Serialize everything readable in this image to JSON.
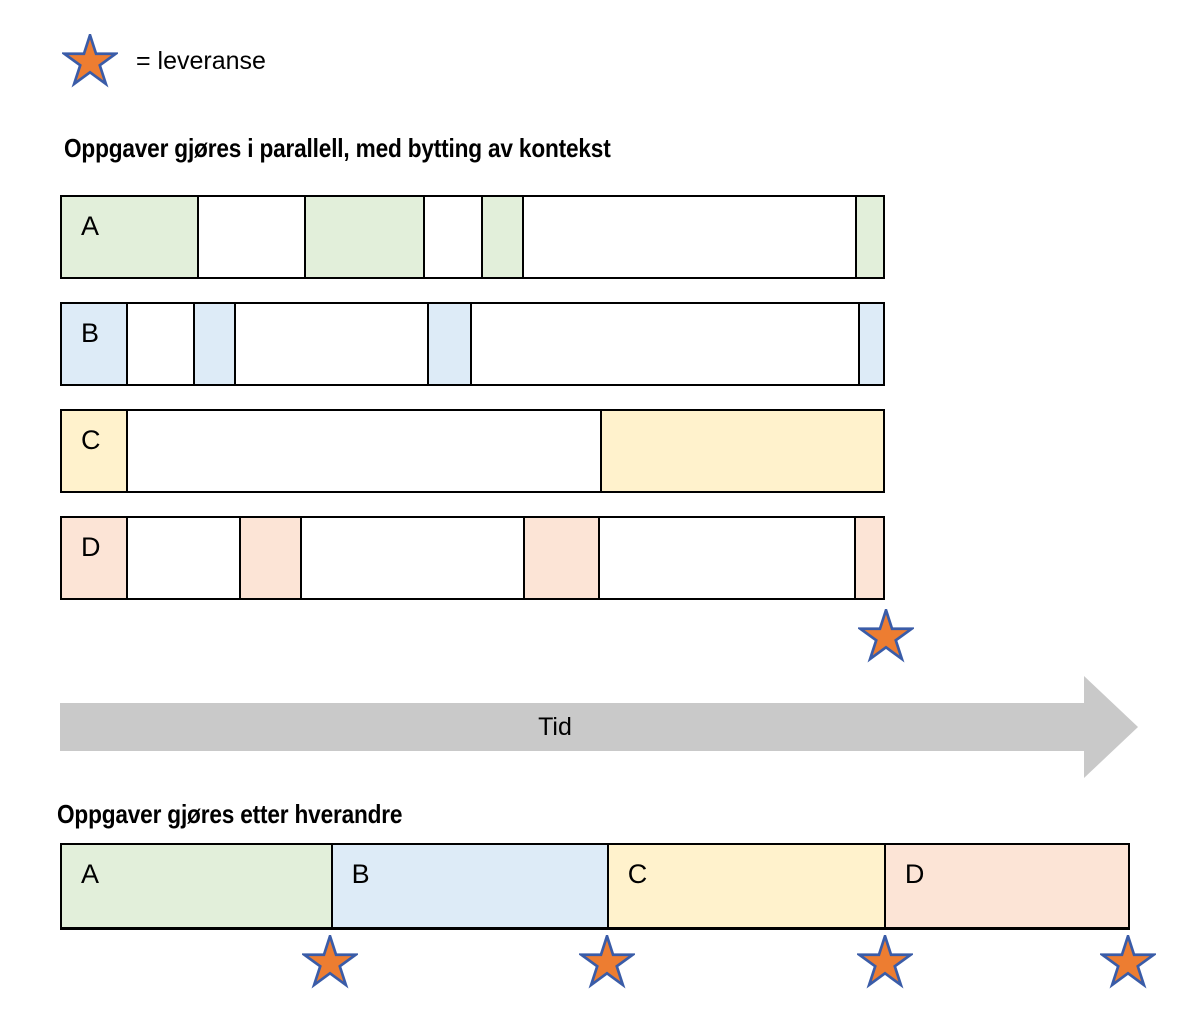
{
  "colors": {
    "green": "#E2EFDA",
    "blue": "#DDEBF7",
    "yellow": "#FFF2CC",
    "peach": "#FCE4D6",
    "white": "#FFFFFF",
    "star_fill": "#ED7D31",
    "star_stroke": "#3A5CA8",
    "arrow_gray": "#C9C9C9",
    "border_black": "#000000"
  },
  "legend": {
    "icon": "delivery-star",
    "text": "= leveranse"
  },
  "parallel": {
    "title": "Oppgaver gjøres i parallell, med bytting av kontekst",
    "rows": [
      {
        "label": "A",
        "color": "green",
        "segments": [
          {
            "width": 16.5,
            "filled": true,
            "label": "A"
          },
          {
            "width": 13.0,
            "filled": false
          },
          {
            "width": 14.5,
            "filled": true
          },
          {
            "width": 7.0,
            "filled": false
          },
          {
            "width": 5.0,
            "filled": true
          },
          {
            "width": 40.6,
            "filled": false
          },
          {
            "width": 3.4,
            "filled": true
          }
        ]
      },
      {
        "label": "B",
        "color": "blue",
        "segments": [
          {
            "width": 7.8,
            "filled": true,
            "label": "B"
          },
          {
            "width": 8.2,
            "filled": false
          },
          {
            "width": 5.0,
            "filled": true
          },
          {
            "width": 23.5,
            "filled": false
          },
          {
            "width": 5.2,
            "filled": true
          },
          {
            "width": 47.3,
            "filled": false
          },
          {
            "width": 3.0,
            "filled": true
          }
        ]
      },
      {
        "label": "C",
        "color": "yellow",
        "segments": [
          {
            "width": 7.8,
            "filled": true,
            "label": "C"
          },
          {
            "width": 57.7,
            "filled": false
          },
          {
            "width": 34.5,
            "filled": true
          }
        ]
      },
      {
        "label": "D",
        "color": "peach",
        "segments": [
          {
            "width": 7.8,
            "filled": true,
            "label": "D"
          },
          {
            "width": 13.7,
            "filled": false
          },
          {
            "width": 7.5,
            "filled": true
          },
          {
            "width": 27.2,
            "filled": false
          },
          {
            "width": 9.1,
            "filled": true
          },
          {
            "width": 31.2,
            "filled": false
          },
          {
            "width": 3.5,
            "filled": true
          }
        ]
      }
    ],
    "deliveries": 1
  },
  "timeline": {
    "label": "Tid"
  },
  "sequential": {
    "title": "Oppgaver gjøres etter hverandre",
    "tasks": [
      {
        "label": "A",
        "color": "green",
        "width": 25.2
      },
      {
        "label": "B",
        "color": "blue",
        "width": 25.9
      },
      {
        "label": "C",
        "color": "yellow",
        "width": 26.0
      },
      {
        "label": "D",
        "color": "peach",
        "width": 22.9
      }
    ],
    "deliveries": 4
  }
}
